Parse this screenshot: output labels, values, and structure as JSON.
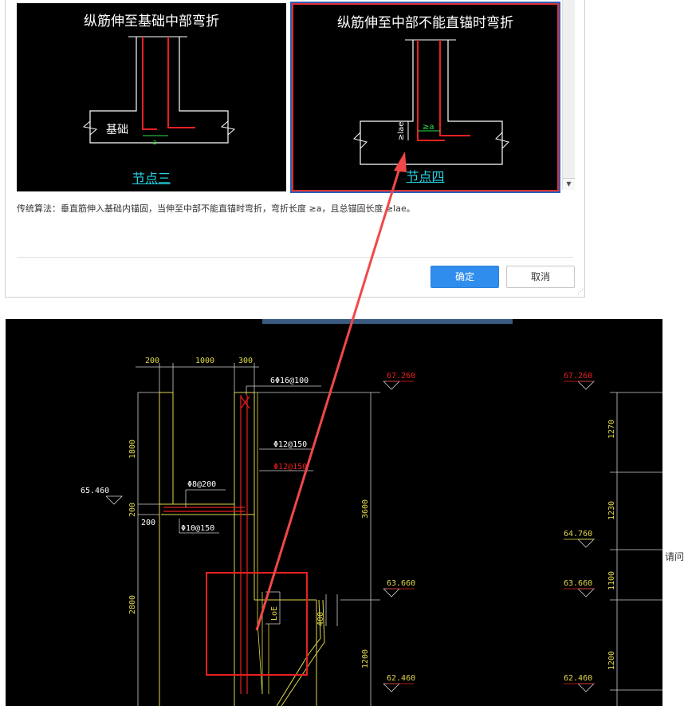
{
  "dialog": {
    "node3": {
      "title": "纵筋伸至基础中部弯折",
      "label": "节点三",
      "foundation_text": "基础",
      "dim_a": "a"
    },
    "node4": {
      "title": "纵筋伸至中部不能直锚时弯折",
      "label": "节点四",
      "dim_lae": "≥lae",
      "dim_a": "≥a"
    },
    "description": "传统算法：垂直筋伸入基础内锚固，当伸至中部不能直锚时弯折，弯折长度 ≥a，且总锚固长度 ≥lae。",
    "ok_label": "确定",
    "cancel_label": "取消"
  },
  "cad": {
    "dims_top": [
      "200",
      "1000",
      "300"
    ],
    "rebar_top": "6Φ16@100",
    "rebar_mid_white": "Φ12@150",
    "rebar_mid_red": "Φ12@150",
    "rebar_slab_top": "Φ8@200",
    "rebar_slab_bottom": "Φ10@150",
    "elev_left": "65.460",
    "dim_left_1800": "1800",
    "dim_left_200": "200",
    "dim_left_200b": "200",
    "dim_left_2800": "2800",
    "dim_3600": "3600",
    "dim_1200": "1200",
    "dim_400": "400",
    "label_loe": "LoE",
    "elev_col1": [
      "67.260",
      "63.660",
      "62.460"
    ],
    "elev_col2": [
      "67.260",
      "64.760",
      "63.660",
      "62.460"
    ],
    "dims_col2": [
      "1270",
      "1230",
      "1100",
      "1200"
    ]
  },
  "question_text": "请问"
}
